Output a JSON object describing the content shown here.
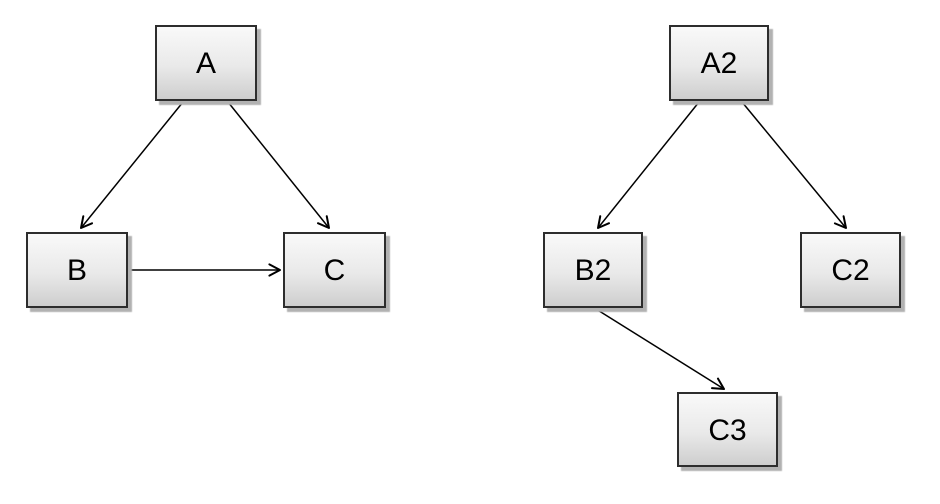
{
  "page": {
    "background_color": "#ffffff",
    "description": "Two directed graph diagrams on a white canvas"
  },
  "style": {
    "node_fill_top": "#f9f9f9",
    "node_fill_bottom": "#cecece",
    "node_border_color": "#2d2d2d",
    "node_shadow_color": "#b2b2b2",
    "node_text_color": "#000000",
    "edge_color": "#000000",
    "arrowhead_style": "open-v"
  },
  "diagrams": [
    {
      "name": "left-graph",
      "nodes": [
        {
          "id": "A",
          "label": "A"
        },
        {
          "id": "B",
          "label": "B"
        },
        {
          "id": "C",
          "label": "C"
        }
      ],
      "edges": [
        {
          "from": "A",
          "to": "B"
        },
        {
          "from": "A",
          "to": "C"
        },
        {
          "from": "B",
          "to": "C"
        }
      ]
    },
    {
      "name": "right-graph",
      "nodes": [
        {
          "id": "A2",
          "label": "A2"
        },
        {
          "id": "B2",
          "label": "B2"
        },
        {
          "id": "C2",
          "label": "C2"
        },
        {
          "id": "C3",
          "label": "C3"
        }
      ],
      "edges": [
        {
          "from": "A2",
          "to": "B2"
        },
        {
          "from": "A2",
          "to": "C2"
        },
        {
          "from": "B2",
          "to": "C3"
        }
      ]
    }
  ]
}
